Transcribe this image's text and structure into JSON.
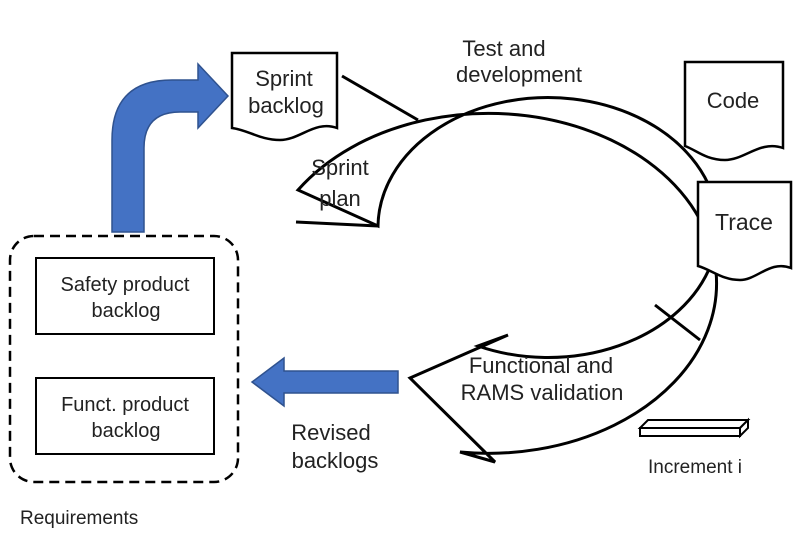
{
  "diagram": {
    "colors": {
      "arrow_fill": "#4472C4",
      "arrow_stroke": "#2F528F",
      "line": "#000000",
      "background": "#FFFFFF"
    },
    "sprint_backlog": {
      "line1": "Sprint",
      "line2": "backlog"
    },
    "sprint_plan": {
      "line1": "Sprint",
      "line2": "plan"
    },
    "test_dev": {
      "line1": "Test and",
      "line2": "development"
    },
    "code": {
      "label": "Code"
    },
    "trace": {
      "label": "Trace"
    },
    "validation": {
      "line1": "Functional and",
      "line2": "RAMS validation"
    },
    "increment": {
      "label": "Increment i"
    },
    "revised": {
      "line1": "Revised",
      "line2": "backlogs"
    },
    "safety_backlog": {
      "line1": "Safety product",
      "line2": "backlog"
    },
    "funct_backlog": {
      "line1": "Funct. product",
      "line2": "backlog"
    },
    "requirements": {
      "label": "Requirements"
    }
  }
}
